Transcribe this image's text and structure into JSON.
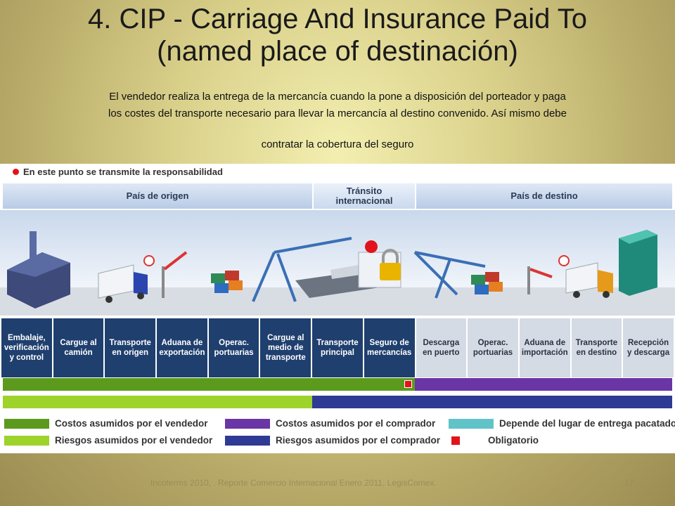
{
  "slide": {
    "title_line1": "4. CIP - Carriage And Insurance Paid To",
    "title_line2": "(named place of destinación)",
    "body_line1": "El vendedor realiza la entrega de la mercancía cuando la pone a disposición del porteador y paga",
    "body_line2": "los costes del transporte necesario para llevar la mercancía al destino convenido. Así mismo debe",
    "body_line3": "contratar la cobertura del seguro"
  },
  "diagram": {
    "top_legend": "En este punto se transmite la responsabilidad",
    "regions": {
      "origin": "País de origen",
      "transit": "Tránsito internacional",
      "destination": "País de destino"
    },
    "steps": [
      {
        "label": "Embalaje, verificación y control",
        "side": "seller"
      },
      {
        "label": "Cargue al camión",
        "side": "seller"
      },
      {
        "label": "Transporte en origen",
        "side": "seller"
      },
      {
        "label": "Aduana de exportación",
        "side": "seller"
      },
      {
        "label": "Operac. portuarias",
        "side": "seller"
      },
      {
        "label": "Cargue al medio de transporte",
        "side": "seller"
      },
      {
        "label": "Transporte principal",
        "side": "seller"
      },
      {
        "label": "Seguro de mercancías",
        "side": "seller"
      },
      {
        "label": "Descarga en puerto",
        "side": "buyer"
      },
      {
        "label": "Operac. portuarias",
        "side": "buyer"
      },
      {
        "label": "Aduana de importación",
        "side": "buyer"
      },
      {
        "label": "Transporte en destino",
        "side": "buyer"
      },
      {
        "label": "Recepción y descarga",
        "side": "buyer"
      }
    ],
    "legend": {
      "seller_costs": "Costos asumidos por el vendedor",
      "seller_risks": "Riesgos asumidos por el vendedor",
      "buyer_costs": "Costos asumidos por el comprador",
      "buyer_risks": "Riesgos asumidos por el comprador",
      "depends": "Depende del lugar de entrega pacatado",
      "mandatory": "Obligatorio"
    },
    "colors": {
      "seller_costs": "#5c9a1e",
      "seller_risks": "#9dd32a",
      "buyer_costs": "#6a35a5",
      "buyer_risks": "#2e3a94",
      "depends": "#5fc3c8",
      "mandatory": "#e2141b"
    }
  },
  "footer": {
    "source": "Incoterms 2010, . Reporte Comercio Internacional Enero 2011, LegisComex.",
    "page_number": "17"
  }
}
